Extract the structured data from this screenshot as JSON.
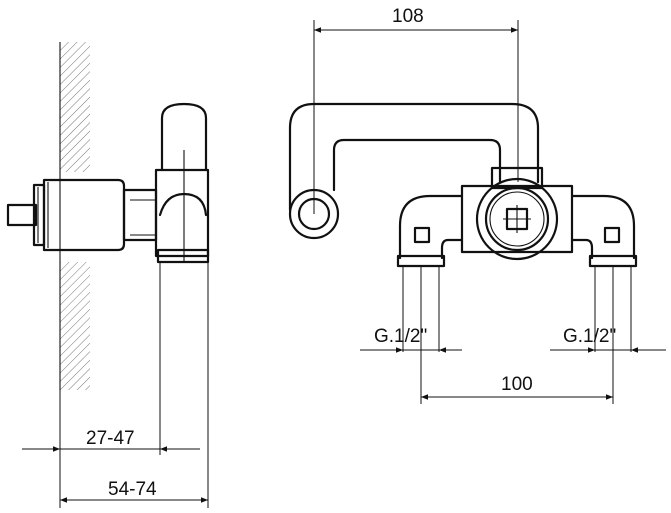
{
  "dimensions": {
    "width_top": "108",
    "thread_left": "G.1/2\"",
    "thread_right": "G.1/2\"",
    "spacing": "100",
    "depth_min": "27-47",
    "depth_max": "54-74"
  }
}
